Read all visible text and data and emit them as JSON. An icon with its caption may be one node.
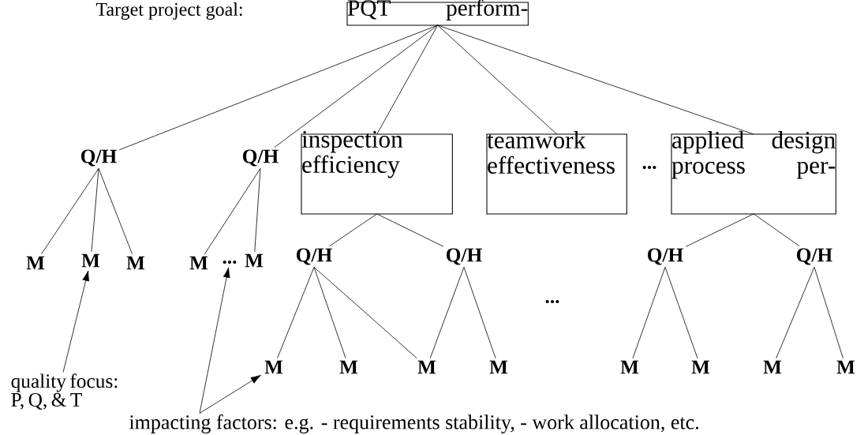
{
  "diagram": {
    "nodes": [
      {
        "text": [
          "PQT perform-"
        ]
      },
      {
        "text": [
          "Q/H"
        ]
      },
      {
        "text": [
          "Q/H"
        ]
      },
      {
        "text": [
          "inspection efficiency"
        ]
      },
      {
        "text": [
          "teamwork effectiveness"
        ]
      },
      {
        "text": [
          "applied design process per-"
        ]
      },
      {
        "text": [
          "M"
        ]
      },
      {
        "text": [
          "M"
        ]
      },
      {
        "text": [
          "M"
        ]
      },
      {
        "text": [
          "M"
        ]
      },
      {
        "text": [
          "..."
        ]
      },
      {
        "text": [
          "M"
        ]
      },
      {
        "text": [
          "Q/H"
        ]
      },
      {
        "text": [
          "Q/H"
        ]
      },
      {
        "text": [
          "Q/H"
        ]
      },
      {
        "text": [
          "Q/H"
        ]
      },
      {
        "text": [
          "M"
        ]
      },
      {
        "text": [
          "M"
        ]
      },
      {
        "text": [
          "M"
        ]
      },
      {
        "text": [
          "M"
        ]
      },
      {
        "text": [
          "M"
        ]
      },
      {
        "text": [
          "M"
        ]
      },
      {
        "text": [
          "M"
        ]
      },
      {
        "text": [
          "M"
        ]
      },
      {
        "text": [
          "quality focus: P, Q, & T"
        ]
      },
      {
        "text": [
          "impacting factors: e.g. - requirements stability, - work allocation, etc."
        ]
      }
    ],
    "edges": [
      {
        "from": 0,
        "to": 1,
        "arrow": "none"
      },
      {
        "from": 0,
        "to": 2,
        "arrow": "none"
      },
      {
        "from": 0,
        "to": 3,
        "arrow": "none"
      },
      {
        "from": 0,
        "to": 4,
        "arrow": "none"
      },
      {
        "from": 0,
        "to": 5,
        "arrow": "none"
      },
      {
        "from": 1,
        "to": 6,
        "arrow": "none"
      },
      {
        "from": 1,
        "to": 7,
        "arrow": "none"
      },
      {
        "from": 1,
        "to": 8,
        "arrow": "none"
      },
      {
        "from": 2,
        "to": 9,
        "arrow": "none"
      },
      {
        "from": 2,
        "to": 11,
        "arrow": "none"
      },
      {
        "from": 3,
        "to": 12,
        "arrow": "none"
      },
      {
        "from": 3,
        "to": 13,
        "arrow": "none"
      },
      {
        "from": 5,
        "to": 14,
        "arrow": "none"
      },
      {
        "from": 5,
        "to": 15,
        "arrow": "none"
      },
      {
        "from": 12,
        "to": 16,
        "arrow": "none"
      },
      {
        "from": 12,
        "to": 17,
        "arrow": "none"
      },
      {
        "from": 12,
        "to": 18,
        "arrow": "none"
      },
      {
        "from": 13,
        "to": 18,
        "arrow": "none"
      },
      {
        "from": 13,
        "to": 19,
        "arrow": "none"
      },
      {
        "from": 14,
        "to": 20,
        "arrow": "none"
      },
      {
        "from": 14,
        "to": 21,
        "arrow": "none"
      },
      {
        "from": 15,
        "to": 22,
        "arrow": "none"
      },
      {
        "from": 15,
        "to": 23,
        "arrow": "none"
      },
      {
        "from": 24,
        "to": 7,
        "arrow": "to"
      },
      {
        "from": 25,
        "to": 10,
        "arrow": "to"
      },
      {
        "from": 25,
        "to": 16,
        "arrow": "to"
      }
    ],
    "labels": [
      "Target project goal:",
      "...",
      "..."
    ]
  }
}
